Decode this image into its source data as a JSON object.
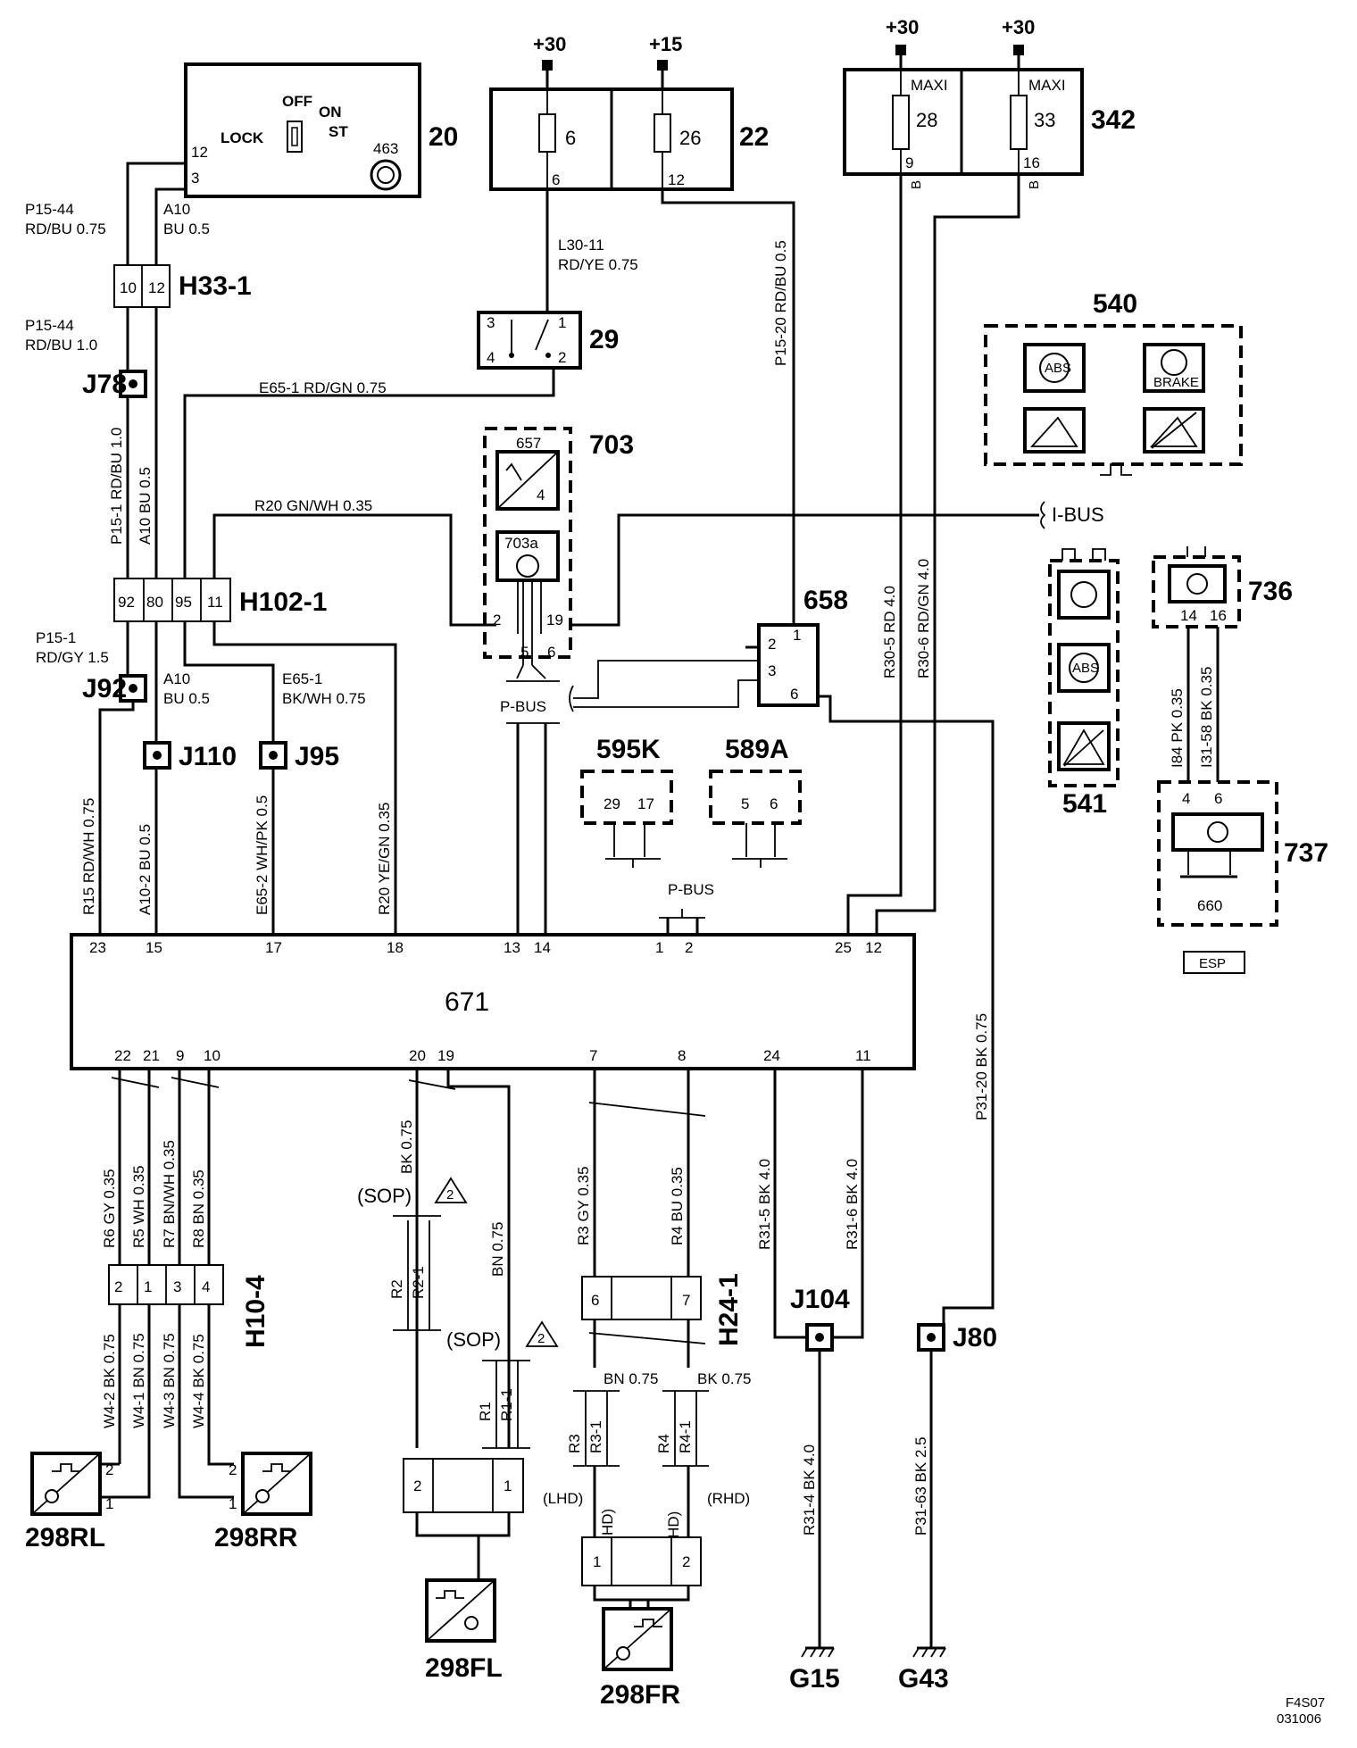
{
  "components": {
    "c20": "20",
    "c463": "463",
    "c22": "22",
    "c342": "342",
    "c29": "29",
    "c703": "703",
    "c657": "657",
    "c703a": "703a",
    "c658": "658",
    "c540": "540",
    "c541": "541",
    "c736": "736",
    "c737": "737",
    "c660": "660",
    "c595k": "595K",
    "c589a": "589A",
    "c671": "671",
    "c298rl": "298RL",
    "c298rr": "298RR",
    "c298fl": "298FL",
    "c298fr": "298FR",
    "g15": "G15",
    "g43": "G43",
    "h33": "H33-1",
    "h102": "H102-1",
    "h10": "H10-4",
    "h24": "H24-1",
    "j78": "J78",
    "j92": "J92",
    "j110": "J110",
    "j95": "J95",
    "j104": "J104",
    "j80": "J80"
  },
  "ignition": {
    "lock": "LOCK",
    "off": "OFF",
    "on": "ON",
    "st": "ST",
    "p12": "12",
    "p3": "3"
  },
  "power": {
    "plus30": "+30",
    "plus15": "+15",
    "maxi": "MAXI",
    "b": "B"
  },
  "fuses": {
    "f6": "6",
    "f6p": "6",
    "f26": "26",
    "f26p": "12",
    "f28": "28",
    "f28p": "9",
    "f33": "33",
    "f33p": "16"
  },
  "relay29": {
    "p3": "3",
    "p4": "4",
    "p1": "1",
    "p2": "2"
  },
  "bus": {
    "ibus": "I-BUS",
    "pbus": "P-BUS"
  },
  "icons": {
    "abs": "ABS",
    "brake": "BRAKE",
    "esp": "ESP"
  },
  "wires": {
    "p15_44a": "P15-44",
    "p15_44a_c": "RD/BU 0.75",
    "a10a": "A10",
    "a10a_c": "BU 0.5",
    "p15_44b": "P15-44",
    "p15_44b_c": "RD/BU 1.0",
    "l30": "L30-11",
    "l30_c": "RD/YE 0.75",
    "e65_1": "E65-1 RD/GN 0.75",
    "p15_1v": "P15-1 RD/BU 1.0",
    "a10v": "A10 BU 0.5",
    "r20top": "R20 GN/WH 0.35",
    "p15_20": "P15-20 RD/BU 0.5",
    "p15_1b": "P15-1",
    "p15_1b_c": "RD/GY 1.5",
    "a10b": "A10",
    "a10b_c": "BU 0.5",
    "e65_1b": "E65-1",
    "e65_1b_c": "BK/WH 0.75",
    "r15": "R15 RD/WH 0.75",
    "a10_2": "A10-2 BU 0.5",
    "e65_2": "E65-2 WH/PK 0.5",
    "r20bot": "R20 YE/GN 0.35",
    "r30_5": "R30-5 RD 4.0",
    "r30_6": "R30-6 RD/GN 4.0",
    "i84": "I84 PK 0.35",
    "i31": "I31-58 BK 0.35",
    "r6": "R6 GY 0.35",
    "r5": "R5 WH 0.35",
    "r7": "R7 BN/WH 0.35",
    "r8": "R8 BN 0.35",
    "w4_2": "W4-2 BK 0.75",
    "w4_1": "W4-1 BN 0.75",
    "w4_3": "W4-3 BN 0.75",
    "w4_4": "W4-4 BK 0.75",
    "bk075": "BK 0.75",
    "bn075": "BN 0.75",
    "r2": "R2",
    "r2_1": "R2-1",
    "r1": "R1",
    "r1_1": "R1-1",
    "sop": "(SOP)",
    "tri": "2",
    "r3": "R3 GY 0.35",
    "r4": "R4 BU 0.35",
    "bn075b": "BN 0.75",
    "bk075b": "BK 0.75",
    "r3s": "R3",
    "r3_1": "R3-1",
    "r4s": "R4",
    "r4_1": "R4-1",
    "lhd": "(LHD)",
    "rhd": "(RHD)",
    "r31_5": "R31-5 BK 4.0",
    "r31_6": "R31-6 BK 4.0",
    "p31_20": "P31-20 BK 0.75",
    "r31_4": "R31-4 BK 4.0",
    "p31_63": "P31-63 BK 2.5"
  },
  "pins": {
    "h33": [
      "10",
      "12"
    ],
    "h102": [
      "92",
      "80",
      "95",
      "11"
    ],
    "c703": [
      "2",
      "19",
      "5",
      "6"
    ],
    "c658": [
      "2",
      "1",
      "3",
      "6"
    ],
    "c595k": [
      "29",
      "17"
    ],
    "c589a": [
      "5",
      "6"
    ],
    "c736": [
      "14",
      "16"
    ],
    "c737": [
      "4",
      "6"
    ],
    "top671": [
      "23",
      "15",
      "17",
      "18",
      "13",
      "14",
      "1",
      "2",
      "25",
      "12"
    ],
    "bot671": [
      "22",
      "21",
      "9",
      "10",
      "20",
      "19",
      "7",
      "8",
      "24",
      "11"
    ],
    "h10": [
      "2",
      "1",
      "3",
      "4"
    ],
    "h24": [
      "6",
      "7"
    ],
    "rl": [
      "2",
      "1"
    ],
    "rr": [
      "2",
      "1"
    ],
    "fl": [
      "2",
      "1"
    ],
    "fr": [
      "1",
      "2"
    ]
  },
  "footer": {
    "code1": "F4S07",
    "code2": "031006"
  }
}
